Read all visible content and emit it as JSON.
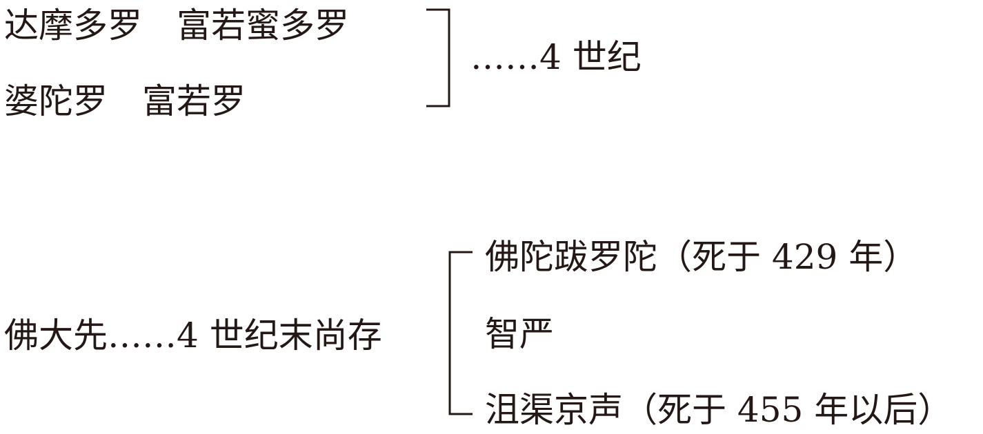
{
  "group1": {
    "row1": {
      "name_a": "达摩多罗",
      "name_b": "富若蜜多罗"
    },
    "row2": {
      "name_a": "婆陀罗",
      "name_b": "富若罗"
    },
    "period": "……4 世纪"
  },
  "group2": {
    "source": "佛大先……4 世纪末尚存",
    "branches": [
      "佛陀跋罗陀（死于 429 年）",
      "智严",
      "沮渠京声（死于 455 年以后）"
    ]
  }
}
